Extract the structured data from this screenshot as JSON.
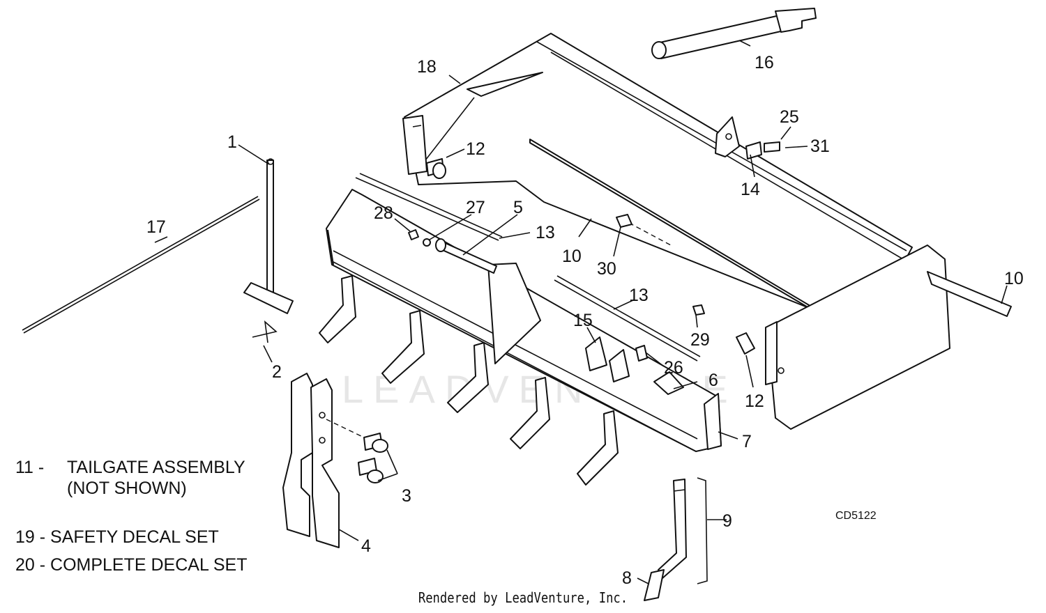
{
  "callouts": [
    {
      "label": "1"
    },
    {
      "label": "2"
    },
    {
      "label": "3"
    },
    {
      "label": "4"
    },
    {
      "label": "5"
    },
    {
      "label": "6"
    },
    {
      "label": "7"
    },
    {
      "label": "8"
    },
    {
      "label": "9"
    },
    {
      "label": "10"
    },
    {
      "label": "10"
    },
    {
      "label": "12"
    },
    {
      "label": "12"
    },
    {
      "label": "13"
    },
    {
      "label": "13"
    },
    {
      "label": "14"
    },
    {
      "label": "15"
    },
    {
      "label": "16"
    },
    {
      "label": "17"
    },
    {
      "label": "18"
    },
    {
      "label": "25"
    },
    {
      "label": "26"
    },
    {
      "label": "27"
    },
    {
      "label": "28"
    },
    {
      "label": "29"
    },
    {
      "label": "30"
    },
    {
      "label": "31"
    }
  ],
  "notes": {
    "tailgate_num": "11 -",
    "tailgate_text": "TAILGATE ASSEMBLY\n(NOT SHOWN)",
    "safety": "19 - SAFETY DECAL SET",
    "complete": "20 - COMPLETE DECAL SET"
  },
  "diagram_code": "CD5122",
  "watermark": "LEADVENTURE",
  "footer": "Rendered by LeadVenture, Inc."
}
